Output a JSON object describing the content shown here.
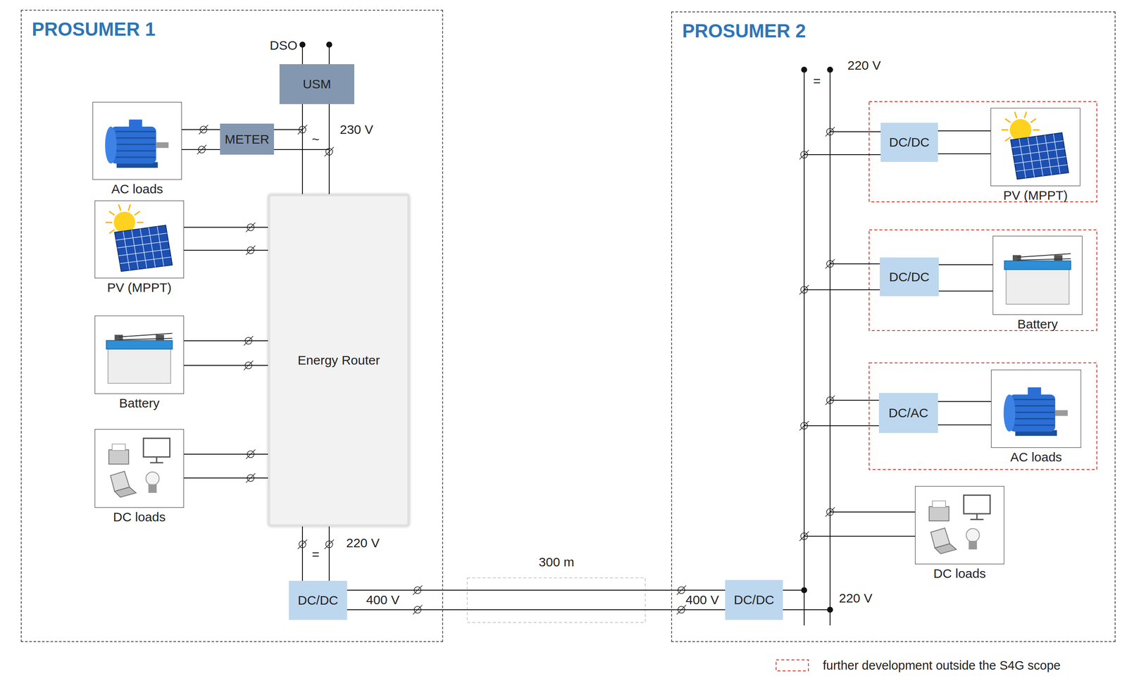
{
  "diagram": {
    "nodes": [
      {
        "text": [
          "PROSUMER 1"
        ]
      },
      {
        "text": [
          "USM"
        ],
        "in": 0
      },
      {
        "text": [
          "AC loads"
        ],
        "in": 0
      },
      {
        "text": [
          "METER"
        ],
        "in": 0
      },
      {
        "text": [
          "PV (MPPT)"
        ],
        "in": 0
      },
      {
        "text": [
          "Energy Router"
        ],
        "in": 0
      },
      {
        "text": [
          "Battery"
        ],
        "in": 0
      },
      {
        "text": [
          "DC loads"
        ],
        "in": 0
      },
      {
        "text": [
          "DC/DC"
        ],
        "in": 0
      },
      {
        "text": [
          "PROSUMER 2"
        ]
      },
      {
        "text": [
          "DC/DC"
        ],
        "in": 9
      },
      {
        "text": [
          "PV (MPPT)"
        ],
        "in": 9
      },
      {
        "text": [
          "DC/DC"
        ],
        "in": 9
      },
      {
        "text": [
          "Battery"
        ],
        "in": 9
      },
      {
        "text": [
          "DC/AC"
        ],
        "in": 9
      },
      {
        "text": [
          "AC loads"
        ],
        "in": 9
      },
      {
        "text": [
          "DC loads"
        ],
        "in": 9
      },
      {
        "text": [
          "DC/DC"
        ],
        "in": 9
      }
    ],
    "edges": [
      {
        "from": 1,
        "to": 5,
        "arrow": "none"
      },
      {
        "from": 2,
        "to": 3,
        "arrow": "none"
      },
      {
        "from": 3,
        "to": 5,
        "arrow": "none"
      },
      {
        "from": 4,
        "to": 5,
        "arrow": "none"
      },
      {
        "from": 6,
        "to": 5,
        "arrow": "none"
      },
      {
        "from": 7,
        "to": 5,
        "arrow": "none"
      },
      {
        "from": 5,
        "to": 8,
        "arrow": "none"
      },
      {
        "from": 8,
        "to": 17,
        "arrow": "none"
      },
      {
        "from": 17,
        "to": 10,
        "arrow": "none"
      },
      {
        "from": 17,
        "to": 12,
        "arrow": "none"
      },
      {
        "from": 17,
        "to": 14,
        "arrow": "none"
      },
      {
        "from": 17,
        "to": 16,
        "arrow": "none"
      },
      {
        "from": 10,
        "to": 11,
        "arrow": "none"
      },
      {
        "from": 12,
        "to": 13,
        "arrow": "none"
      },
      {
        "from": 14,
        "to": 15,
        "arrow": "none"
      }
    ],
    "labels": [
      "DSO",
      "230 V",
      "~",
      "=",
      "220 V",
      "400 V",
      "300 m",
      "400 V",
      "220 V",
      "=",
      "220 V"
    ],
    "legend": [
      {
        "text": "further development outside the S4G scope"
      }
    ]
  }
}
